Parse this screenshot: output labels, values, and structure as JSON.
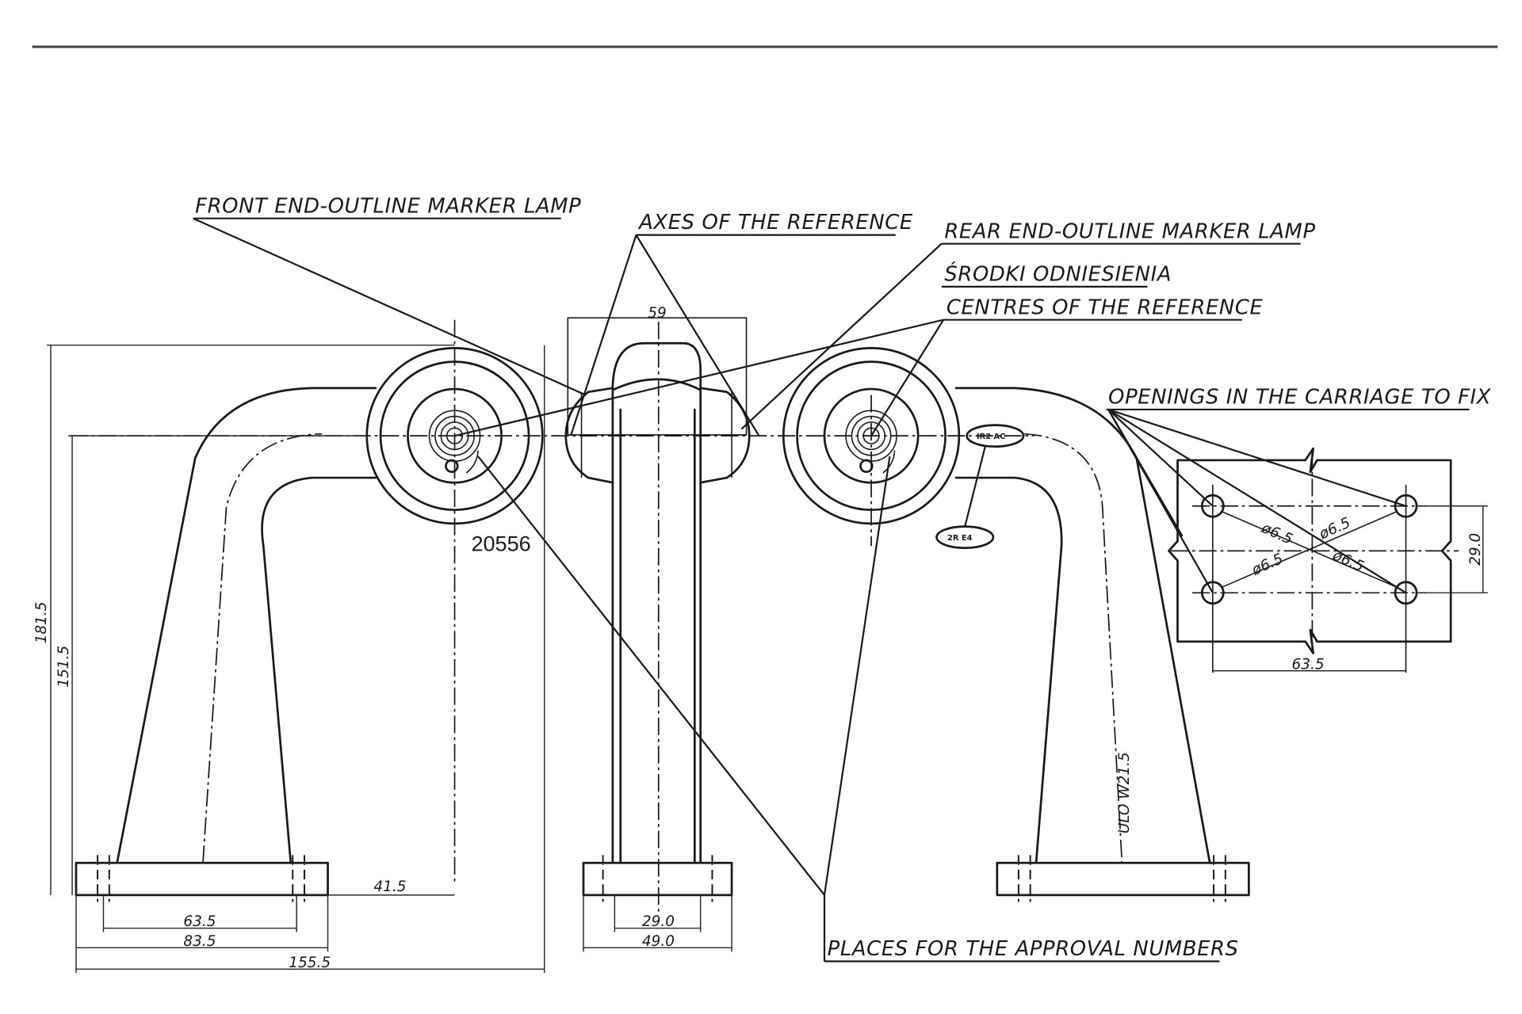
{
  "drawing": {
    "title": "End-outline marker lamp technical drawing",
    "labels": {
      "front_lamp": "FRONT END-OUTLINE MARKER LAMP",
      "axes_reference": "AXES OF THE REFERENCE",
      "rear_lamp": "REAR END-OUTLINE MARKER LAMP",
      "srodki": "ŚRODKI ODNIESIENIA",
      "centres_reference": "CENTRES OF THE REFERENCE",
      "openings": "OPENINGS IN THE CARRIAGE TO FIX",
      "approval_places": "PLACES FOR THE APPROVAL NUMBERS"
    },
    "part_number": "20556",
    "badges": {
      "upper": "IR2 AC",
      "lower": "2R E4"
    },
    "vertical_note": "ULO W21.5",
    "dimensions": {
      "height_total": "181.5",
      "height_axis": "151.5",
      "offset_right": "41.5",
      "base_inner": "63.5",
      "base_mid": "83.5",
      "base_overall": "155.5",
      "top_width": "59",
      "center_inner": "29.0",
      "center_outer": "49.0",
      "hole_diameter_1": "ø6.5",
      "hole_diameter_2": "ø6.5",
      "hole_diameter_3": "ø6.5",
      "hole_diameter_4": "ø6.5",
      "hole_spacing_h": "63.5",
      "hole_spacing_v": "29.0"
    }
  }
}
